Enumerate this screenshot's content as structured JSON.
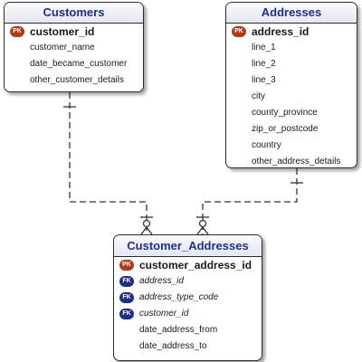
{
  "colors": {
    "title_text": "#1f2f8f",
    "pk_badge": "#b03a1a",
    "fk_badge": "#1b2f8a",
    "border": "#2b2b2b",
    "relationship_line": "#333333"
  },
  "badges": {
    "pk": "PK",
    "fk": "FK"
  },
  "entities": {
    "customers": {
      "title": "Customers",
      "attributes": [
        {
          "name": "customer_id",
          "key": "pk"
        },
        {
          "name": "customer_name",
          "key": ""
        },
        {
          "name": "date_became_customer",
          "key": ""
        },
        {
          "name": "other_customer_details",
          "key": ""
        }
      ]
    },
    "addresses": {
      "title": "Addresses",
      "attributes": [
        {
          "name": "address_id",
          "key": "pk"
        },
        {
          "name": "line_1",
          "key": ""
        },
        {
          "name": "line_2",
          "key": ""
        },
        {
          "name": "line_3",
          "key": ""
        },
        {
          "name": "city",
          "key": ""
        },
        {
          "name": "county_province",
          "key": ""
        },
        {
          "name": "zip_or_postcode",
          "key": ""
        },
        {
          "name": "country",
          "key": ""
        },
        {
          "name": "other_address_details",
          "key": ""
        }
      ]
    },
    "customer_addresses": {
      "title": "Customer_Addresses",
      "attributes": [
        {
          "name": "customer_address_id",
          "key": "pk"
        },
        {
          "name": "address_id",
          "key": "fk"
        },
        {
          "name": "address_type_code",
          "key": "fk"
        },
        {
          "name": "customer_id",
          "key": "fk"
        },
        {
          "name": "date_address_from",
          "key": ""
        },
        {
          "name": "date_address_to",
          "key": ""
        }
      ]
    }
  },
  "relationships": [
    {
      "from": "customers",
      "to": "customer_addresses",
      "style": "dashed",
      "cardinality": "one-to-many"
    },
    {
      "from": "addresses",
      "to": "customer_addresses",
      "style": "dashed",
      "cardinality": "one-to-many"
    }
  ]
}
